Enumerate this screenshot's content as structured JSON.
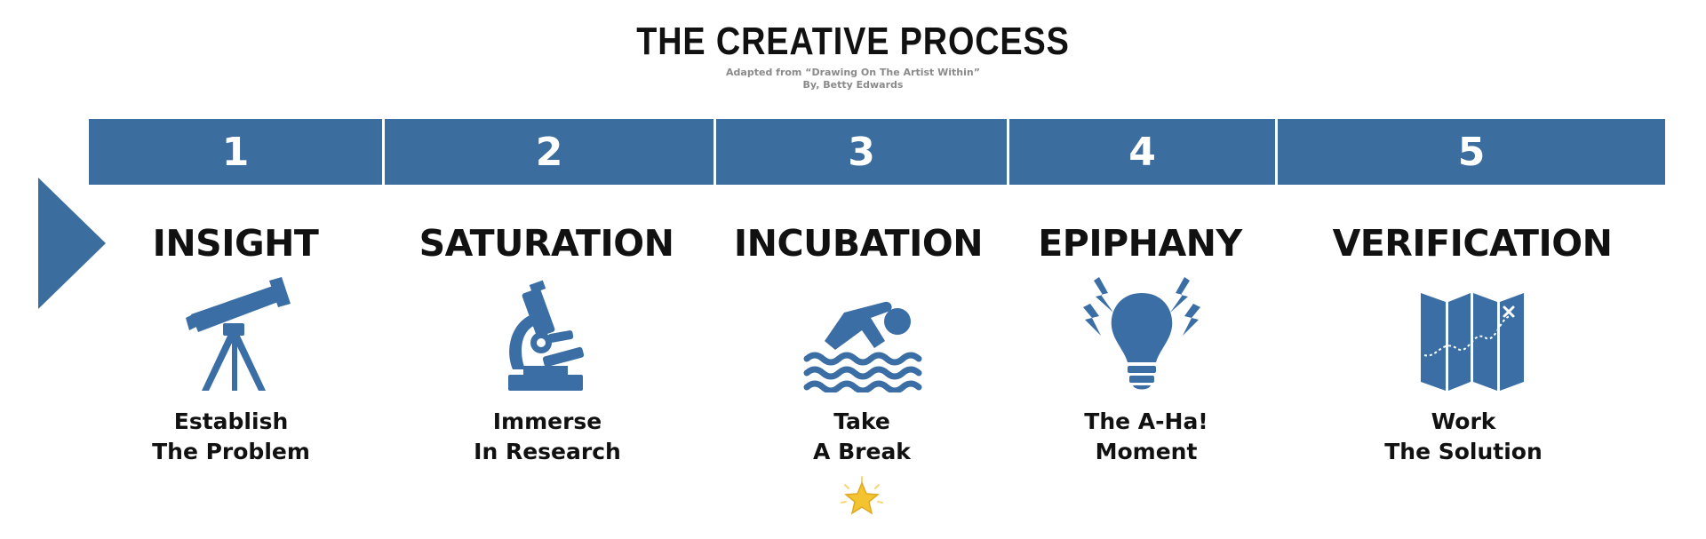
{
  "header": {
    "title": "THE CREATIVE PROCESS",
    "subtitle_line1": "Adapted from “Drawing On The Artist Within”",
    "subtitle_line2": "By, Betty Edwards"
  },
  "colors": {
    "primary_blue": "#3b6d9f",
    "icon_blue": "#3a6ea5",
    "text_dark": "#111111",
    "subtitle_gray": "#8a8a8a",
    "star_gold": "#f4c430"
  },
  "steps": [
    {
      "number": "1",
      "title": "INSIGHT",
      "icon": "telescope-icon",
      "desc_line1": "Establish",
      "desc_line2": "The Problem"
    },
    {
      "number": "2",
      "title": "SATURATION",
      "icon": "microscope-icon",
      "desc_line1": "Immerse",
      "desc_line2": "In Research"
    },
    {
      "number": "3",
      "title": "INCUBATION",
      "icon": "swimmer-icon",
      "desc_line1": "Take",
      "desc_line2": "A Break"
    },
    {
      "number": "4",
      "title": "EPIPHANY",
      "icon": "lightbulb-icon",
      "desc_line1": "The A-Ha!",
      "desc_line2": "Moment"
    },
    {
      "number": "5",
      "title": "VERIFICATION",
      "icon": "map-icon",
      "desc_line1": "Work",
      "desc_line2": "The Solution"
    }
  ],
  "markers": {
    "start_arrow_icon": "play-arrow-icon",
    "highlight_icon": "glowing-star-icon"
  }
}
